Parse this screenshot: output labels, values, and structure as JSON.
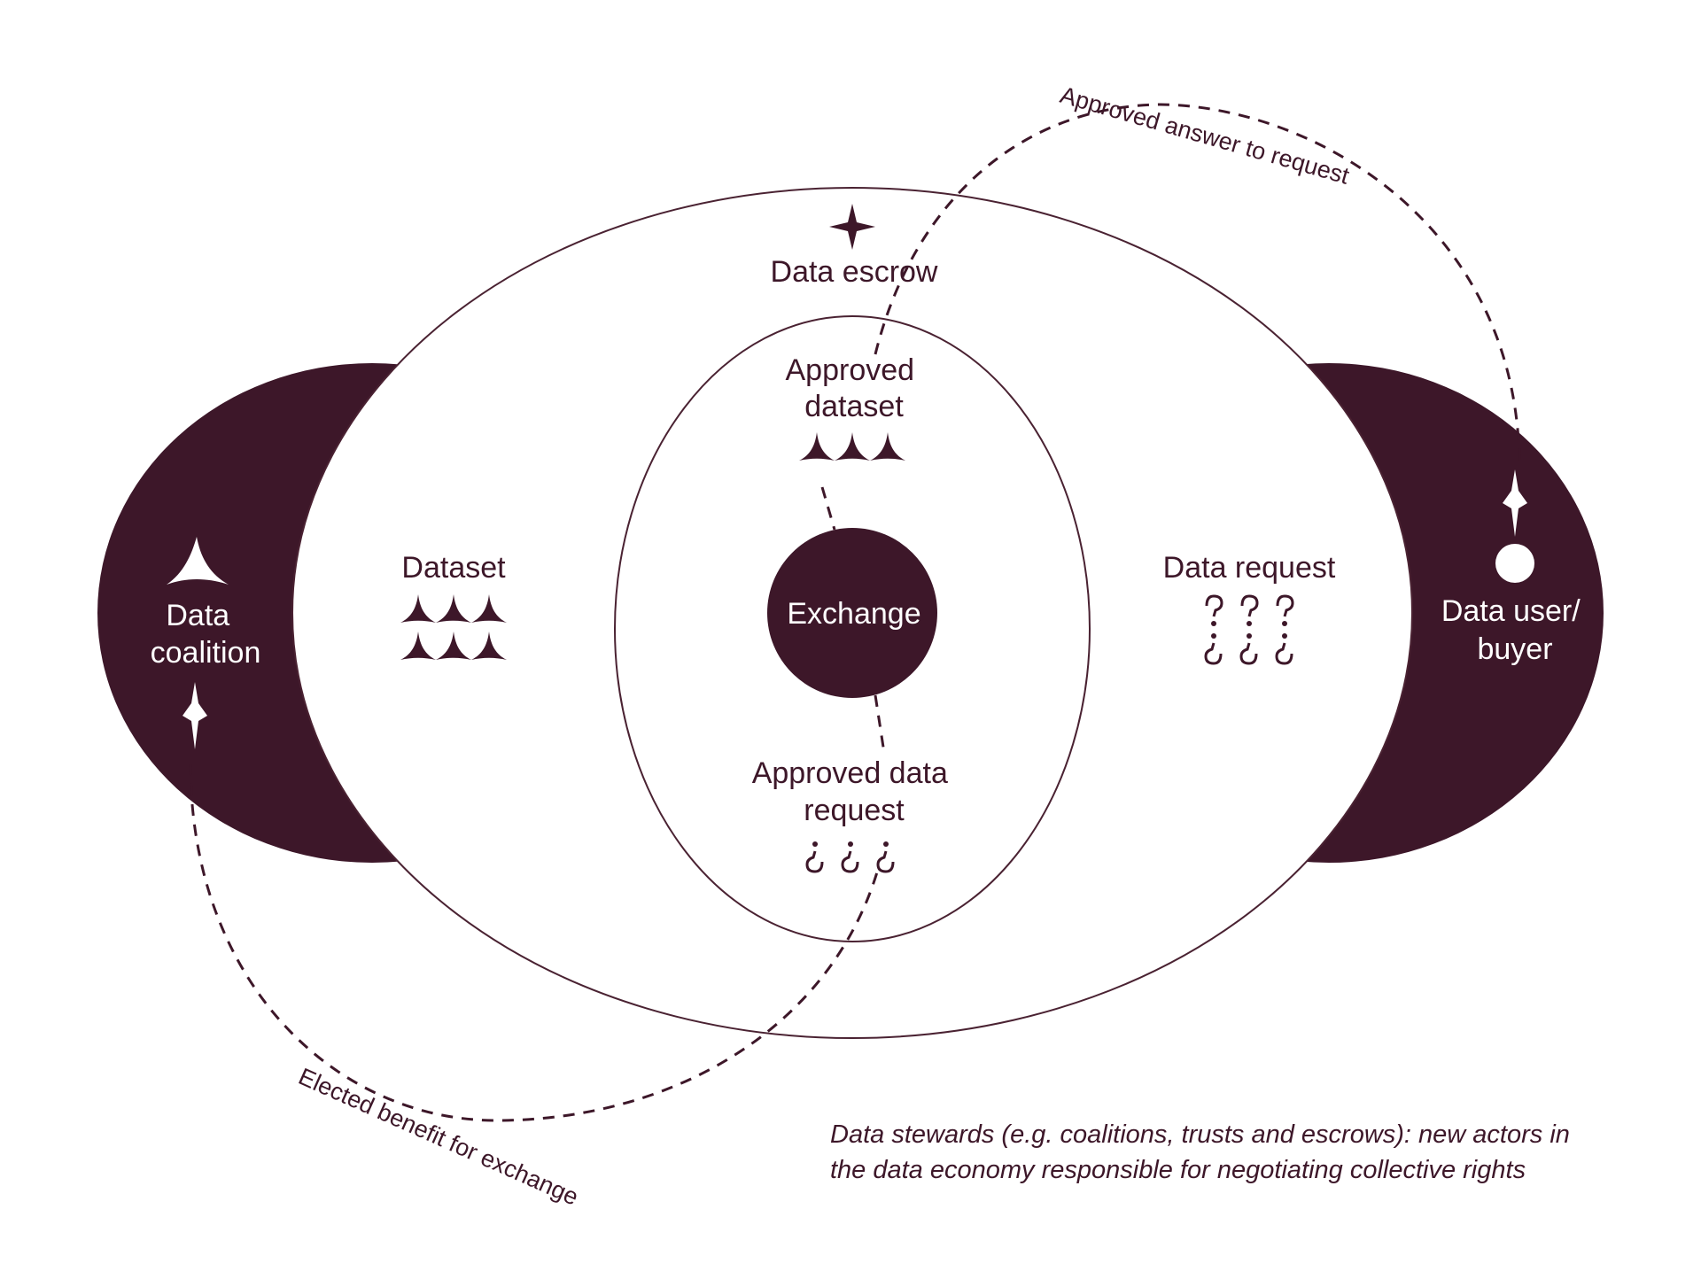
{
  "colors": {
    "dark": "#3d1729",
    "line": "#4a2232",
    "background": "#ffffff"
  },
  "labels": {
    "data_escrow": "Data escrow",
    "approved_dataset": [
      "Approved",
      "dataset"
    ],
    "exchange": "Exchange",
    "approved_data_request": [
      "Approved data",
      "request"
    ],
    "dataset": "Dataset",
    "data_request": "Data request",
    "data_coalition": [
      "Data",
      "coalition"
    ],
    "data_user_buyer": [
      "Data user/",
      "buyer"
    ],
    "approved_answer": "Approved answer to request",
    "elected_benefit": "Elected benefit for exchange"
  },
  "note": [
    "Data stewards (e.g. coalitions, trusts and escrows): new actors in",
    "the data economy responsible for negotiating collective rights"
  ],
  "icons": {
    "dataset": "spike-triangle-icon",
    "request": "inverted-question-icon",
    "escrow": "four-point-star-icon",
    "coalition": "curved-triangle-icon",
    "coalition_star": "arrow-star-icon",
    "buyer_arrow": "arrow-star-down-icon",
    "buyer_circle": "circle-icon"
  }
}
